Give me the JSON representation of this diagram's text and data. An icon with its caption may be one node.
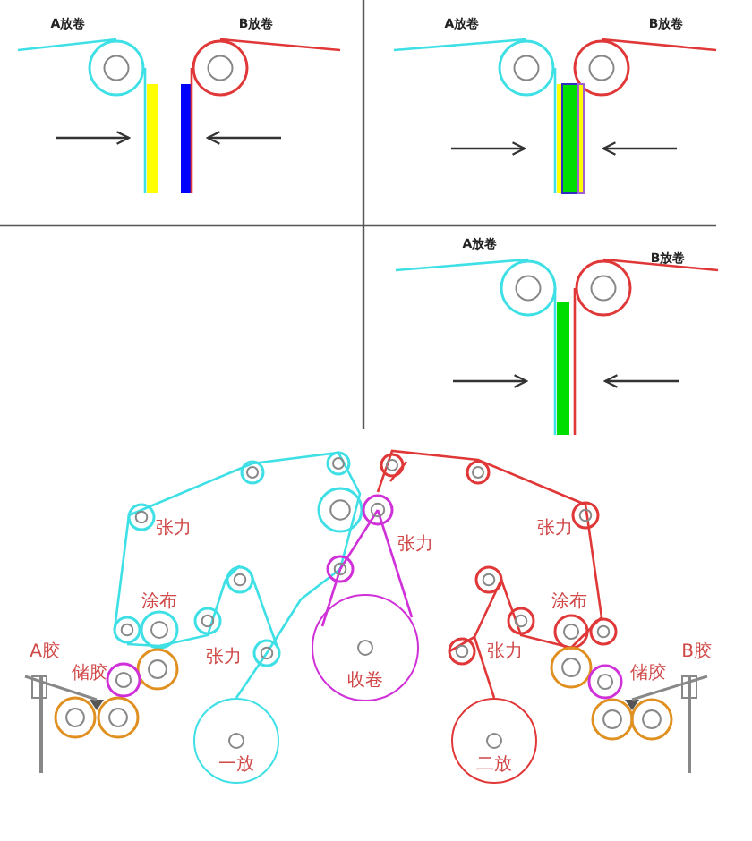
{
  "diagram": {
    "nodes": [
      {
        "text": [
          "收卷"
        ]
      },
      {
        "text": [
          "一放"
        ]
      },
      {
        "text": [
          "二放"
        ]
      }
    ],
    "labels": [
      "A放卷",
      "B放卷",
      "A放卷",
      "B放卷",
      "A放卷",
      "B放卷",
      "张力",
      "张力",
      "张力",
      "涂布",
      "涂布",
      "A胶",
      "张力",
      "张力",
      "B胶",
      "储胶",
      "储胶"
    ]
  }
}
